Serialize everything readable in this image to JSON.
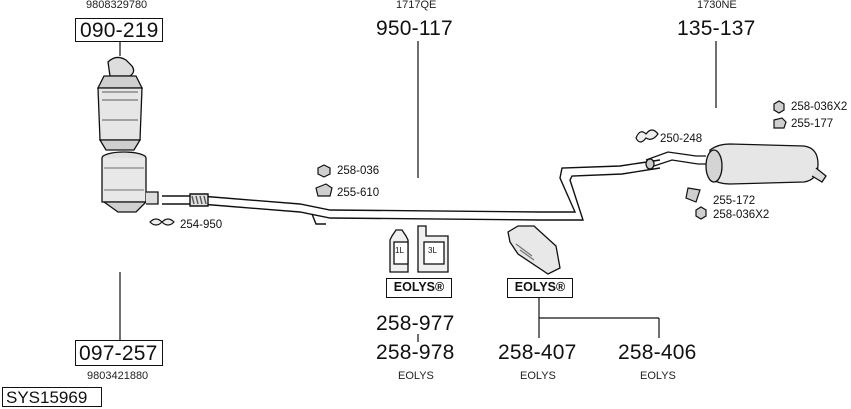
{
  "parts": {
    "cat_top": {
      "oem": "9808329780",
      "number": "090-219"
    },
    "cat_bot": {
      "oem": "9803421880",
      "number": "097-257"
    },
    "mid_pipe": {
      "oem": "1717QE",
      "number": "950-117"
    },
    "rear_box": {
      "oem": "1730NE",
      "number": "135-137"
    },
    "fluid_1": {
      "number": "258-977",
      "sub": ""
    },
    "fluid_2": {
      "number": "258-978",
      "sub": "EOLYS"
    },
    "pouch_1": {
      "number": "258-407",
      "sub": "EOLYS"
    },
    "pouch_2": {
      "number": "258-406",
      "sub": "EOLYS"
    }
  },
  "fittings": {
    "nut_mid": "258-036",
    "clamp_mid": "255-610",
    "clamp_front": "254-950",
    "clamp_rear": "250-248",
    "nut_rear_top": "258-036X2",
    "clamp_rear_top": "255-177",
    "bracket_rear": "255-172",
    "nut_rear_bot": "258-036X2"
  },
  "brand": {
    "label_1": "EOLYS®",
    "label_2": "EOLYS®"
  },
  "bottle_labels": {
    "small": "1L",
    "large": "3L"
  },
  "system_code": "SYS15969"
}
